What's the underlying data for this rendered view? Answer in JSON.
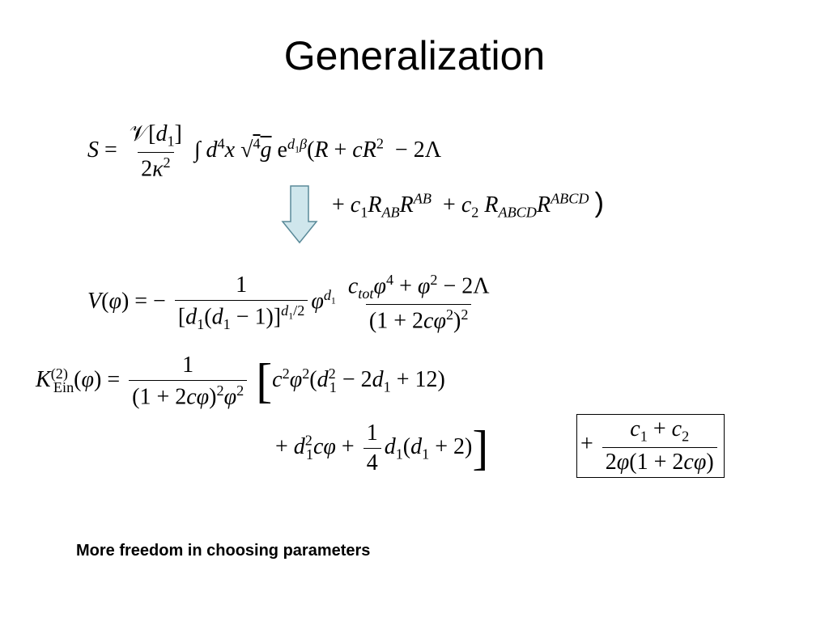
{
  "slide": {
    "title": "Generalization",
    "caption": "More freedom in choosing parameters"
  },
  "equations": {
    "action_line1": "S = 𝒱[d₁]/2κ² ∫ d⁴x √(⁴g) e^{d₁β}(R + cR² − 2Λ",
    "action_line2": "+ c₁R_AB R^AB + c₂ R_ABCD R^ABCD )",
    "potential": "V(φ) = − 1/[d₁(d₁−1)]^{d₁/2} φ^{d₁} (c_tot φ⁴ + φ² − 2Λ)/(1+2cφ²)²",
    "kinetic_line1": "K_Ein^(2)(φ) = 1/((1+2cφ)²φ²) [c²φ²(d₁² − 2d₁ + 12)",
    "kinetic_line2": "+ d₁²cφ + ¼ d₁(d₁+2)]",
    "kinetic_boxed": "+ (c₁ + c₂)/(2φ(1+2cφ))"
  },
  "colors": {
    "arrow_fill": "#cfe6ec",
    "arrow_stroke": "#5a8a99"
  }
}
